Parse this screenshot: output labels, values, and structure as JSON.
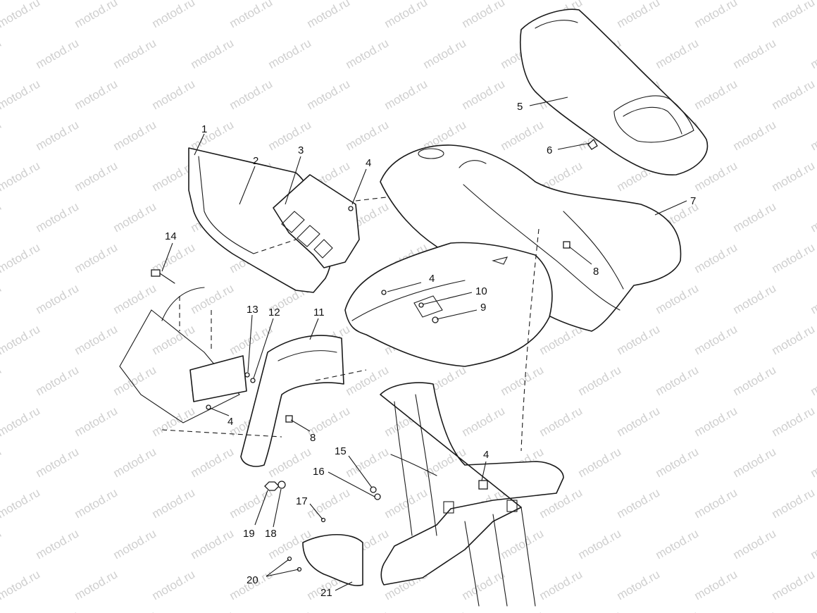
{
  "diagram": {
    "watermark_text": "motod.ru",
    "callouts": [
      "1",
      "2",
      "3",
      "4",
      "5",
      "6",
      "7",
      "8",
      "9",
      "10",
      "11",
      "12",
      "13",
      "14",
      "15",
      "16",
      "17",
      "18",
      "19",
      "20",
      "21"
    ]
  }
}
